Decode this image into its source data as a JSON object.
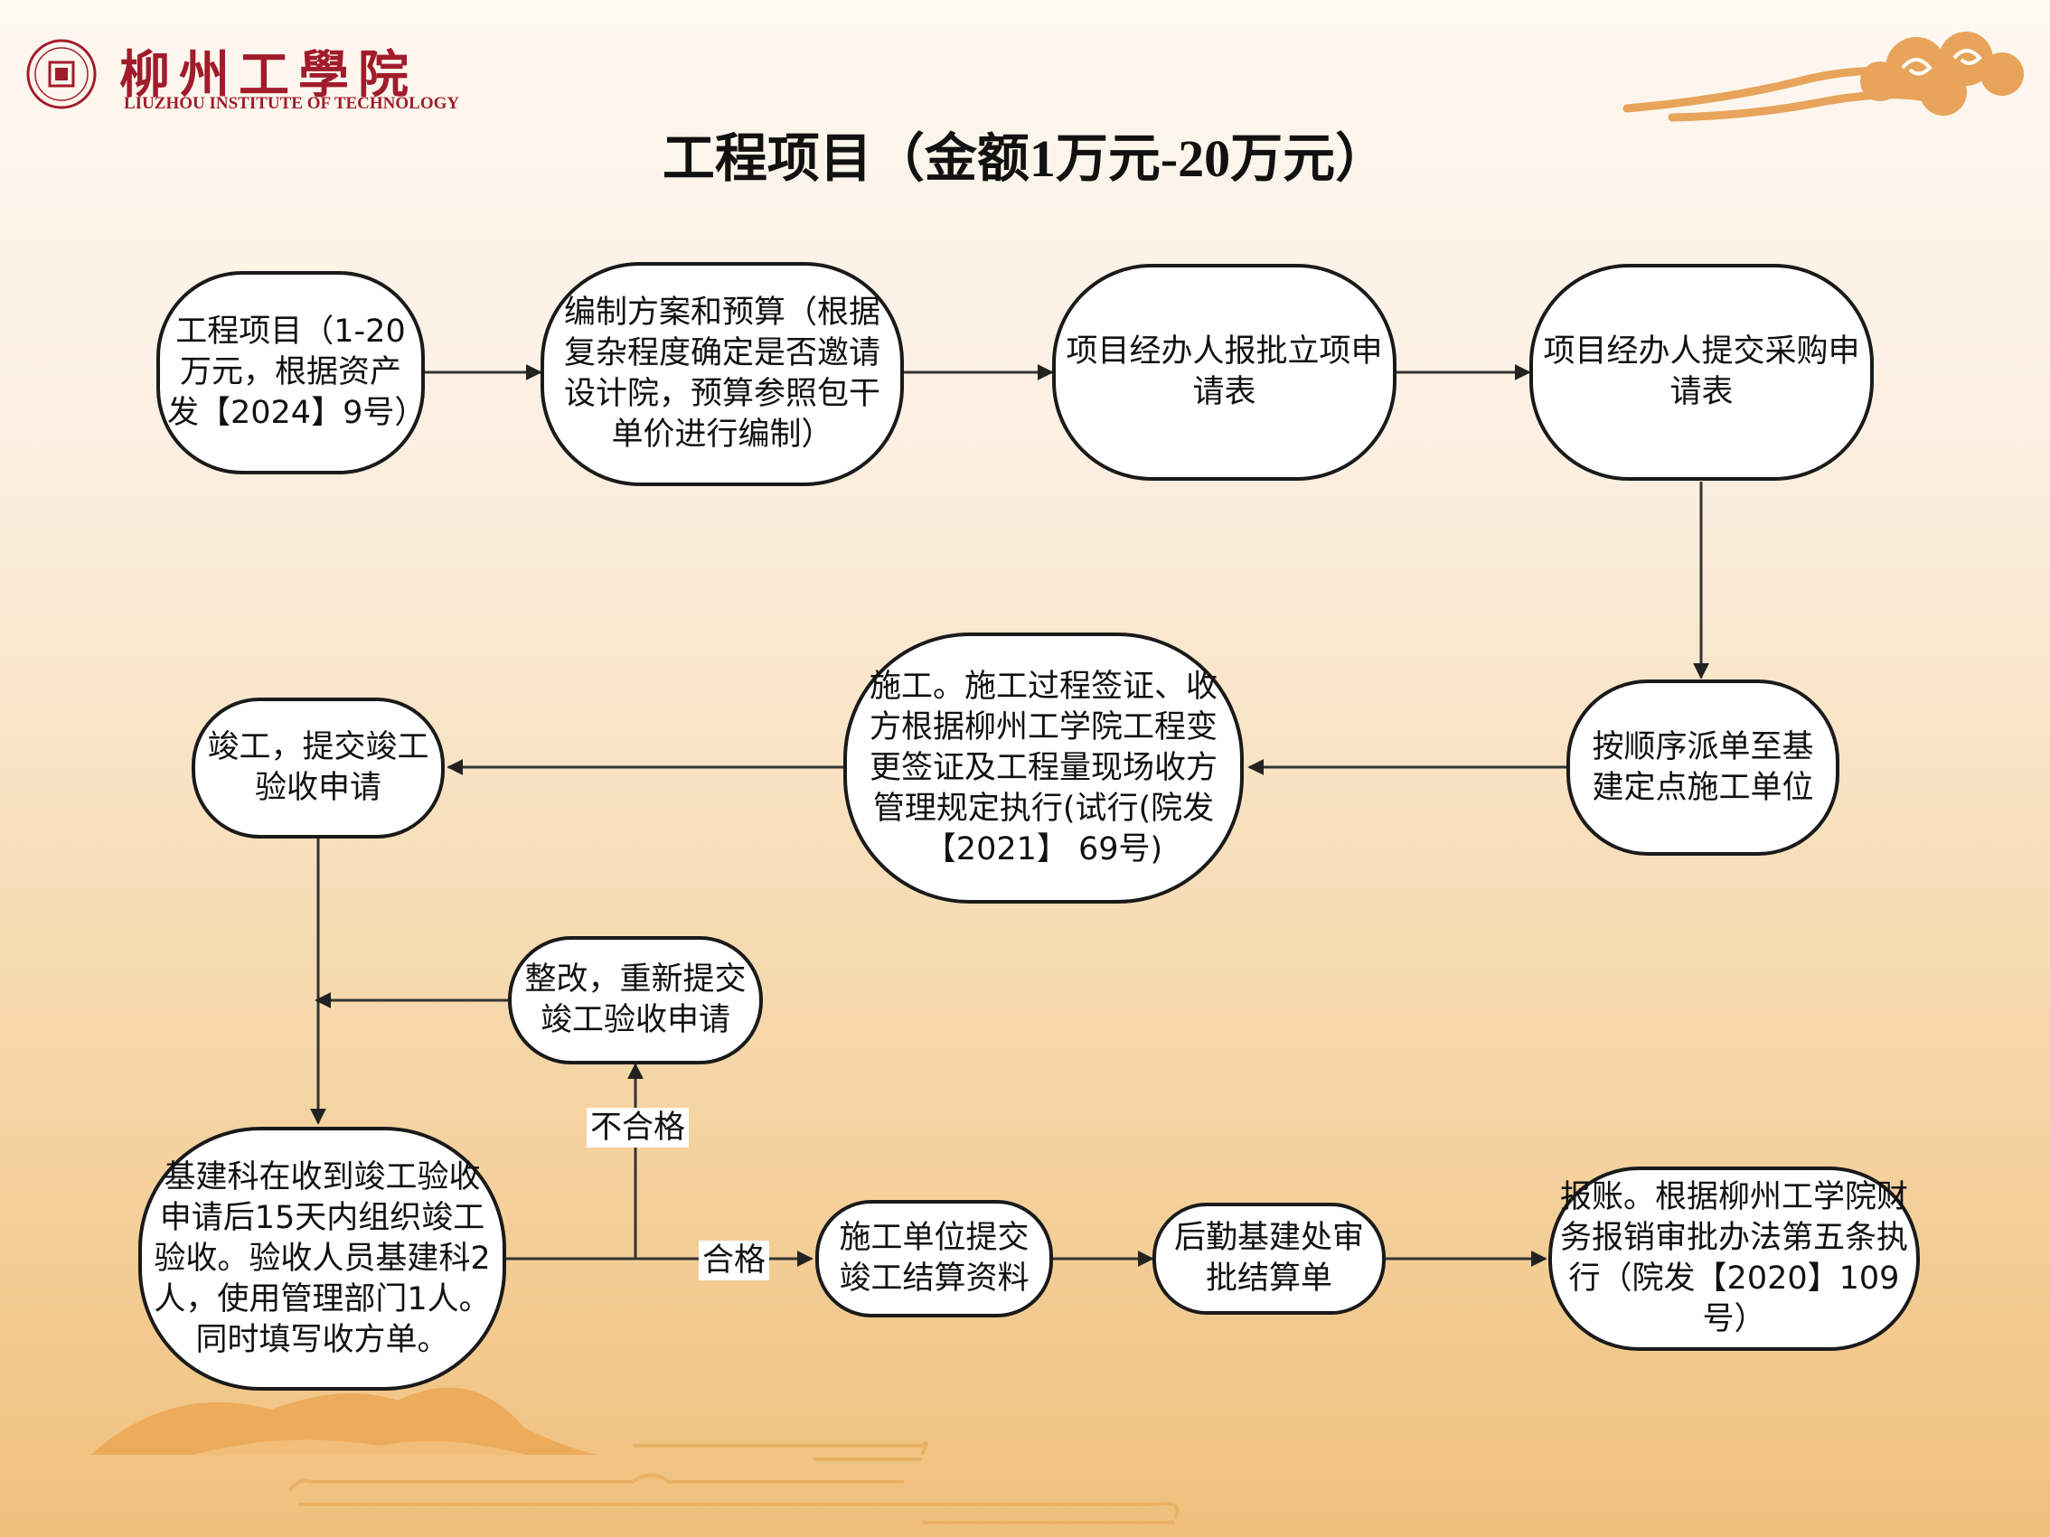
{
  "header": {
    "logo_cn": "柳州工學院",
    "logo_en": "LIUZHOU INSTITUTE OF TECHNOLOGY"
  },
  "title": "工程项目（金额1万元-20万元）",
  "nodes": {
    "n1": "工程项目（1-20万元，根据资产发【2024】9号）",
    "n2": "编制方案和预算（根据复杂程度确定是否邀请设计院，预算参照包干单价进行编制）",
    "n3": "项目经办人报批立项申请表",
    "n4": "项目经办人提交采购申请表",
    "n5": "按顺序派单至基建定点施工单位",
    "n6": "施工。施工过程签证、收方根据柳州工学院工程变更签证及工程量现场收方管理规定执行(试行(院发 【2021】 69号)",
    "n7": "竣工，提交竣工验收申请",
    "n8": "整改，重新提交竣工验收申请",
    "n9": "基建科在收到竣工验收申请后15天内组织竣工验收。验收人员基建科2人，使用管理部门1人。同时填写收方单。",
    "n10": "施工单位提交竣工结算资料",
    "n11": "后勤基建处审批结算单",
    "n12": "报账。根据柳州工学院财务报销审批办法第五条执行（院发【2020】109号）"
  },
  "edge_labels": {
    "fail": "不合格",
    "pass": "合格"
  }
}
